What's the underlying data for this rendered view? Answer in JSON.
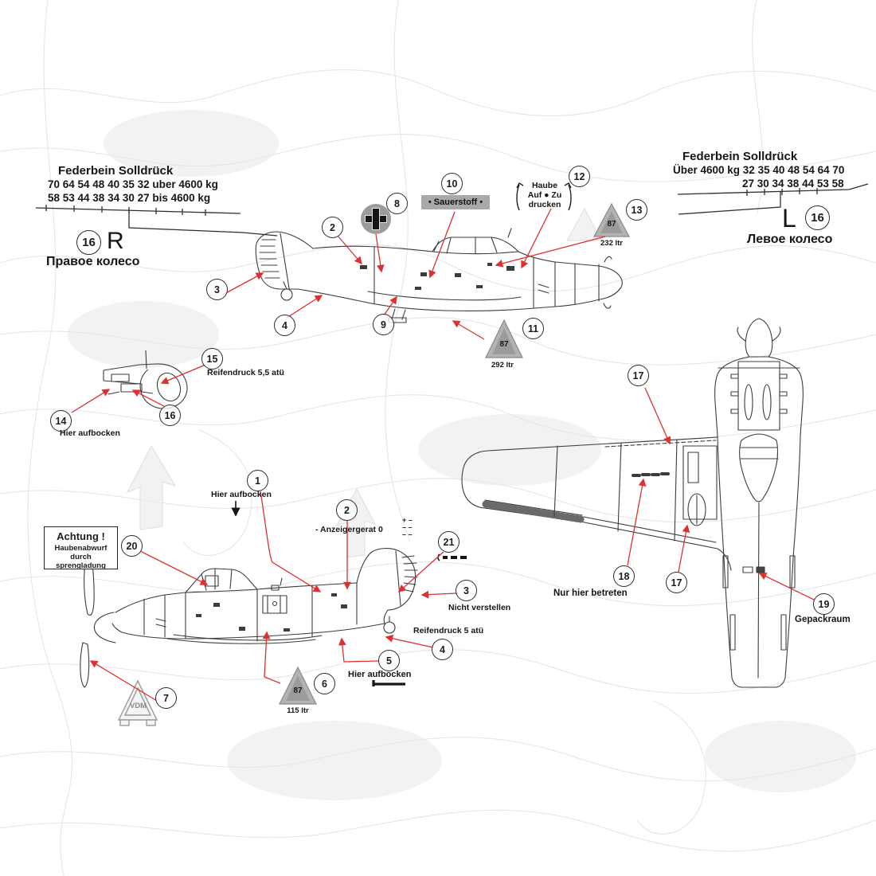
{
  "top_left": {
    "title": "Federbein  Solldrück",
    "row1": "70  64  54  48  40  35  32   uber 4600 kg",
    "row2": "58  53  44  38  34  30  27    bis 4600 kg",
    "badge": "16",
    "letter": "R",
    "caption": "Правое колесо"
  },
  "top_right": {
    "title": "Federbein  Solldrück",
    "row1": "Über 4600 kg 32 35 40 48 54 64 70",
    "row2": "27 30 34 38 44 53 58",
    "letter": "L",
    "badge": "16",
    "caption": "Левое колесо"
  },
  "callouts": {
    "c1": "1",
    "c2a": "2",
    "c2b": "2",
    "c3a": "3",
    "c3b": "3",
    "c4a": "4",
    "c4b": "4",
    "c5": "5",
    "c6": "6",
    "c7": "7",
    "c8": "8",
    "c9": "9",
    "c10": "10",
    "c11": "11",
    "c12": "12",
    "c13": "13",
    "c14": "14",
    "c15": "15",
    "c16": "16",
    "c17a": "17",
    "c17b": "17",
    "c18": "18",
    "c19": "19",
    "c20": "20",
    "c21": "21"
  },
  "labels": {
    "sauerstoff": "•  Sauerstoff  •",
    "haube_l1": "Haube",
    "haube_l2": "Auf ● Zu",
    "haube_l3": "drucken",
    "tri_num": "87",
    "ltr_232": "232 ltr",
    "ltr_292": "292 ltr",
    "ltr_115": "115 ltr",
    "reifendruck_55": "Reifendruck  5,5 atü",
    "reifendruck_5": "Reifendruck  5 atü",
    "hier_aufbocken": "Hier aufbocken",
    "achtung_title": "Achtung !",
    "achtung_l1": "Haubenabwurf",
    "achtung_l2": "durch sprengladung",
    "anzeiger": "- Anzeigergerat  0",
    "anzeiger_marks": [
      "+ –",
      "– –",
      "– –"
    ],
    "nicht_verstellen": "Nicht verstellen",
    "nur_hier_betreten": "Nur  hier  betreten",
    "gepackraum": "Gepackraum",
    "vdm": "VDM"
  }
}
